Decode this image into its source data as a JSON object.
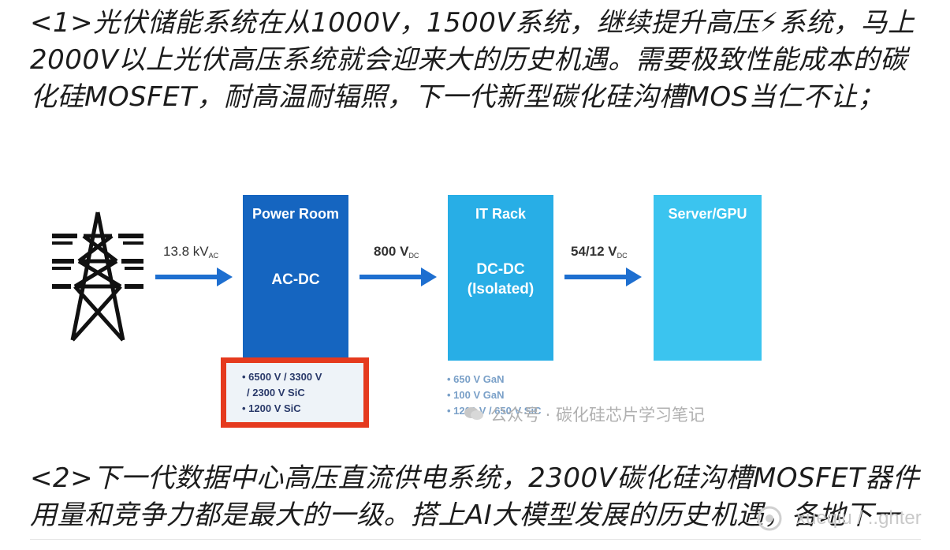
{
  "paragraph1": {
    "lines": [
      "<1>光伏储能系统在从1000V，1500V系统，继续提升高压⚡系统，马上",
      "2000V以上光伏高压系统就会迎来大的历史机遇。需要极致性能成本的碳",
      "化硅MOSFET，耐高温耐辐照，下一代新型碳化硅沟槽MOS当仁不让；"
    ]
  },
  "figure": {
    "input_label": {
      "value": "13.8 kV",
      "sub": "AC"
    },
    "power_room": {
      "title": "Power Room",
      "body": "AC-DC"
    },
    "dc_label": {
      "value": "800 V",
      "sub": "DC"
    },
    "it_rack": {
      "title": "IT Rack",
      "body_line1": "DC-DC",
      "body_line2": "(Isolated)"
    },
    "low_label": {
      "value": "54/12 V",
      "sub": "DC"
    },
    "server": {
      "title": "Server/GPU"
    },
    "sic_list": [
      "• 6500 V / 3300 V",
      "/ 2300 V SiC",
      "• 1200 V SiC"
    ],
    "gan_list": [
      "• 650 V GaN",
      "• 100 V GaN",
      "• 1200 V / 650 V SiC"
    ],
    "watermark": "公众号 · 碳化硅芯片学习笔记",
    "colors": {
      "power_room": "#1565c0",
      "it_rack": "#28aee6",
      "server": "#3bc4ef",
      "highlight": "#e53a1e",
      "arrow": "#1e6fd0"
    }
  },
  "paragraph2": {
    "lines": [
      "<2>下一代数据中心高压直流供电系统，2300V碳化硅沟槽MOSFET器件",
      "用量和竞争力都是最大的一级。搭上AI大模型发展的历史机遇，各地下一"
    ]
  },
  "site_watermark": "xueqiu / ..ghter"
}
